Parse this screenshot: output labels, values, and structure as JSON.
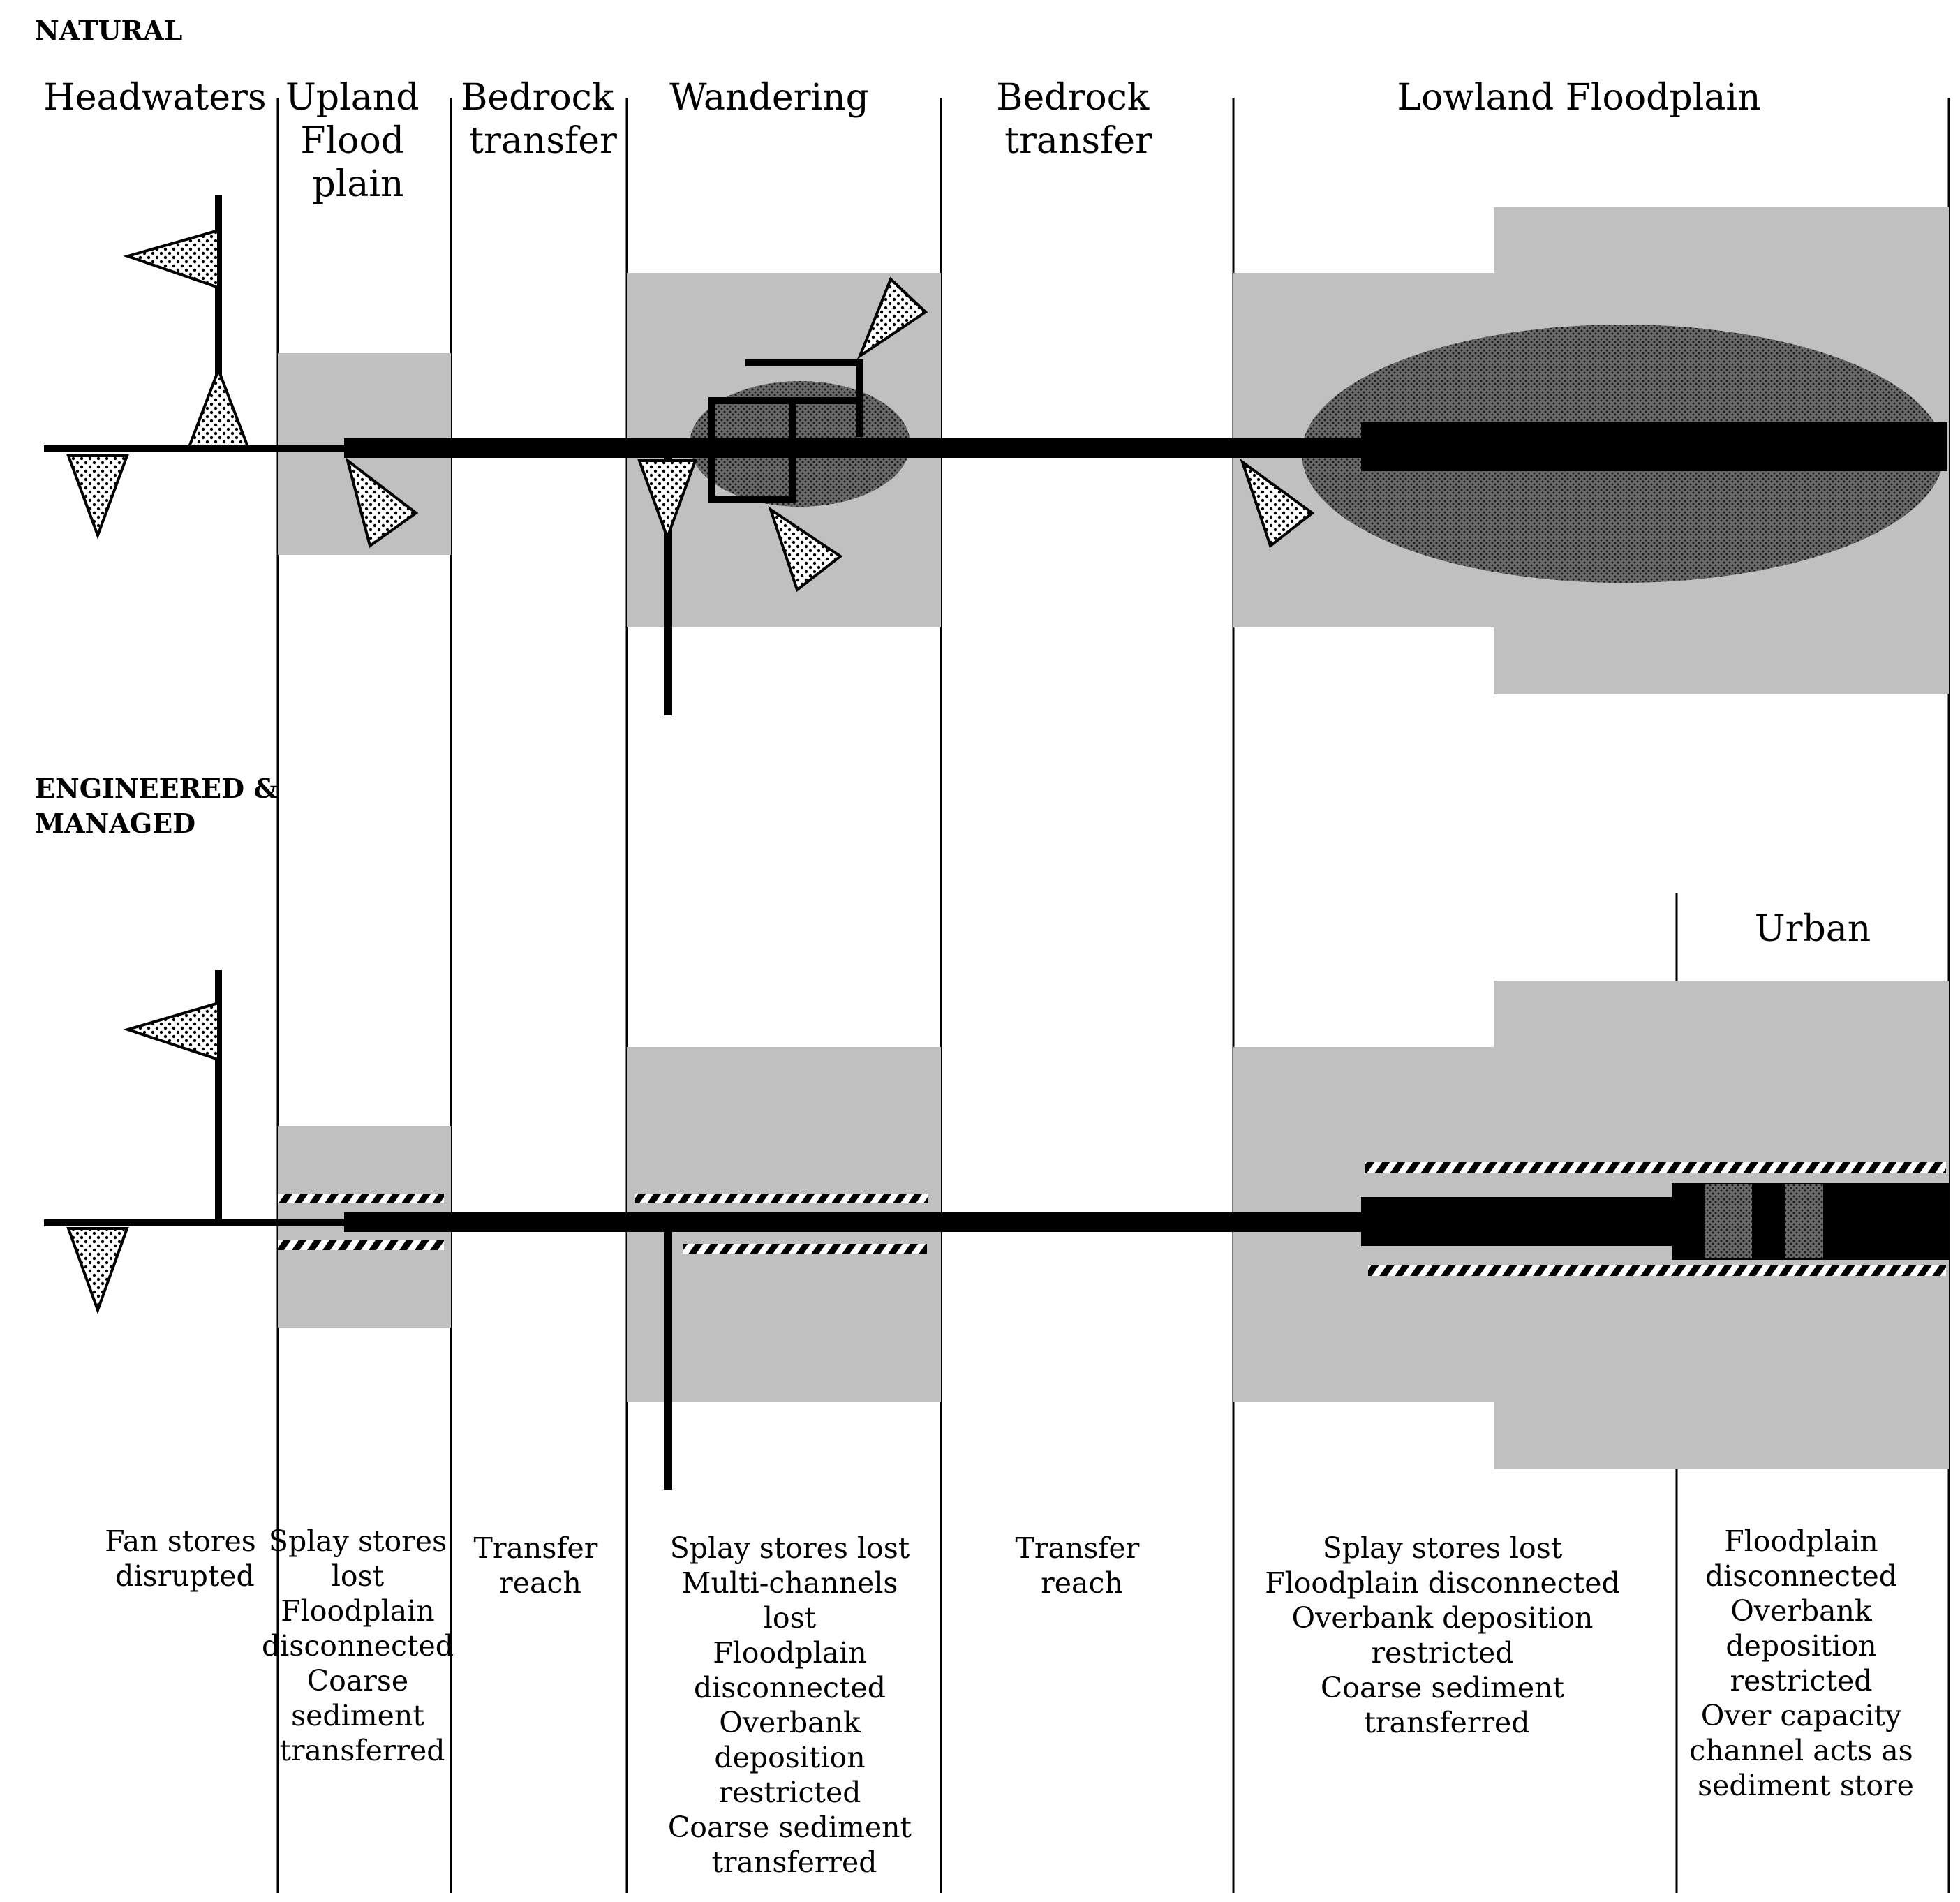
{
  "sections": {
    "natural": "NATURAL",
    "engineered": [
      "ENGINEERED &",
      "MANAGED"
    ]
  },
  "zones": {
    "headwaters": [
      "Headwaters"
    ],
    "upland": [
      "Upland",
      "Flood",
      "plain"
    ],
    "bedrock1": [
      "Bedrock",
      "transfer"
    ],
    "wandering": [
      "Wandering"
    ],
    "bedrock2": [
      "Bedrock",
      "transfer"
    ],
    "lowland": [
      "Lowland Floodplain"
    ],
    "urban": [
      "Urban"
    ]
  },
  "notes": {
    "headwaters": [
      "Fan stores",
      "disrupted"
    ],
    "upland": [
      "Splay stores",
      "lost",
      "Floodplain",
      "disconnected",
      "Coarse",
      "sediment",
      "transferred"
    ],
    "bedrock1": [
      "Transfer",
      "reach"
    ],
    "wandering": [
      "Splay stores lost",
      "Multi-channels",
      "lost",
      "Floodplain",
      "disconnected",
      "Overbank",
      "deposition",
      "restricted",
      "Coarse sediment",
      "transferred"
    ],
    "bedrock2": [
      "Transfer",
      "reach"
    ],
    "lowland": [
      "Splay stores lost",
      "Floodplain disconnected",
      "Overbank deposition",
      "restricted",
      "Coarse sediment",
      "transferred"
    ],
    "urban": [
      "Floodplain",
      "disconnected",
      "Overbank",
      "deposition",
      "restricted",
      "Over capacity",
      "channel acts as",
      "sediment store"
    ]
  },
  "colors": {
    "floodplain_fill": "#c0c0c0",
    "channel": "#000000",
    "stipple_dot": "#000000",
    "background": "#ffffff"
  }
}
